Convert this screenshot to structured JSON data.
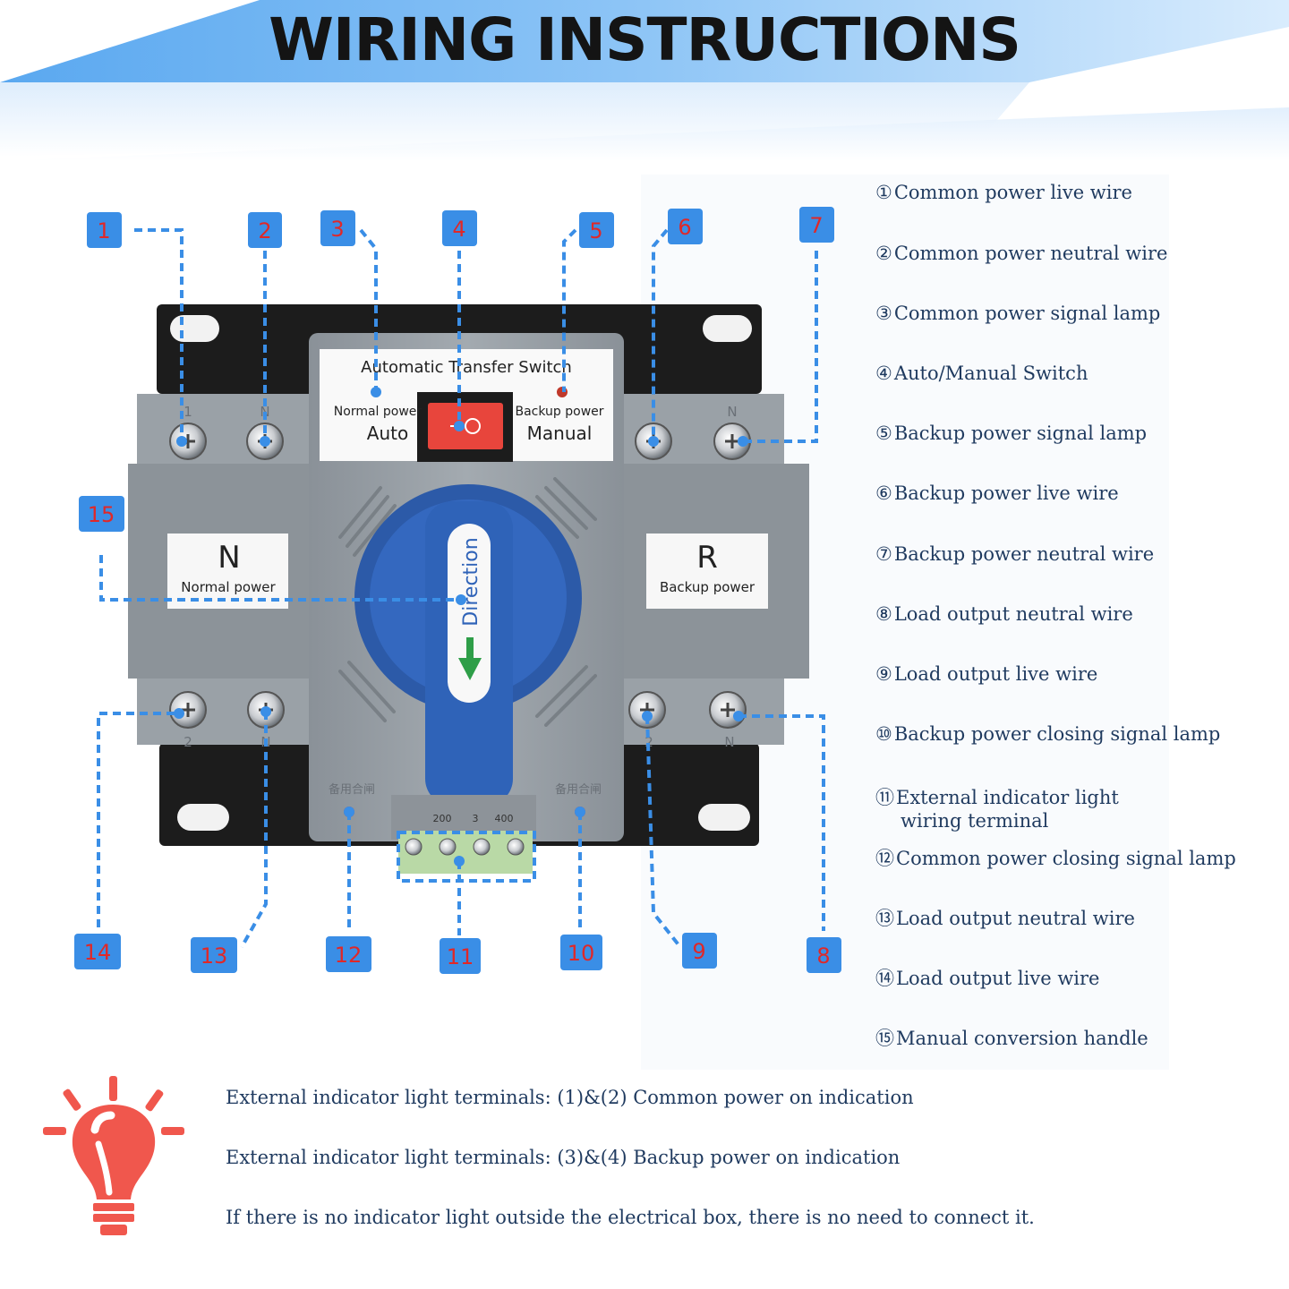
{
  "title": "WIRING INSTRUCTIONS",
  "device": {
    "panel_title": "Automatic Transfer Switch",
    "left_indicator_label": "Normal power",
    "right_indicator_label": "Backup power",
    "auto_label": "Auto",
    "manual_label": "Manual",
    "left_plate_letter": "N",
    "left_plate_label": "Normal power",
    "right_plate_letter": "R",
    "right_plate_label": "Backup power",
    "handle_text": "Direction",
    "term_top_left_1": "1",
    "term_top_left_2": "N",
    "term_top_right_2": "N",
    "term_bottom_left_1": "2",
    "term_bottom_left_2": "N",
    "term_bottom_right_1": "2",
    "term_bottom_right_2": "N",
    "terminal_block_labels": [
      "200",
      "3",
      "400"
    ],
    "chinese_label": "备用合闸"
  },
  "callouts": [
    "1",
    "2",
    "3",
    "4",
    "5",
    "6",
    "7",
    "8",
    "9",
    "10",
    "11",
    "12",
    "13",
    "14",
    "15"
  ],
  "legend": [
    {
      "num": "①",
      "text": "Common power live wire"
    },
    {
      "num": "②",
      "text": "Common power neutral wire"
    },
    {
      "num": "③",
      "text": "Common power signal lamp"
    },
    {
      "num": "④",
      "text": "Auto/Manual Switch"
    },
    {
      "num": "⑤",
      "text": "Backup power signal lamp"
    },
    {
      "num": "⑥",
      "text": "Backup power live wire"
    },
    {
      "num": "⑦",
      "text": "Backup power neutral wire"
    },
    {
      "num": "⑧",
      "text": "Load output neutral wire"
    },
    {
      "num": "⑨",
      "text": "Load output live wire"
    },
    {
      "num": "⑩",
      "text": "Backup power closing signal lamp"
    },
    {
      "num": "⑪",
      "text": "External indicator light",
      "text2": "wiring terminal"
    },
    {
      "num": "⑫",
      "text": "Common power closing signal lamp"
    },
    {
      "num": "⑬",
      "text": "Load output neutral wire"
    },
    {
      "num": "⑭",
      "text": "Load output live wire"
    },
    {
      "num": "⑮",
      "text": "Manual conversion handle"
    }
  ],
  "notes": [
    "External indicator light terminals: (1)&(2) Common power on indication",
    "External indicator light terminals: (3)&(4) Backup power on indication",
    "If there is no indicator light outside the electrical box, there is no need to connect it."
  ],
  "colors": {
    "callout_box": "#3a8ee6",
    "callout_text": "#e02828",
    "leader_line": "#3a8ee6",
    "device_body": "#9ca3aa",
    "handle": "#2f63b8",
    "rocker": "#e8453c",
    "bulb": "#f0574d",
    "text": "#1f3a5f"
  },
  "icons": {
    "bulb": "lightbulb-icon"
  }
}
